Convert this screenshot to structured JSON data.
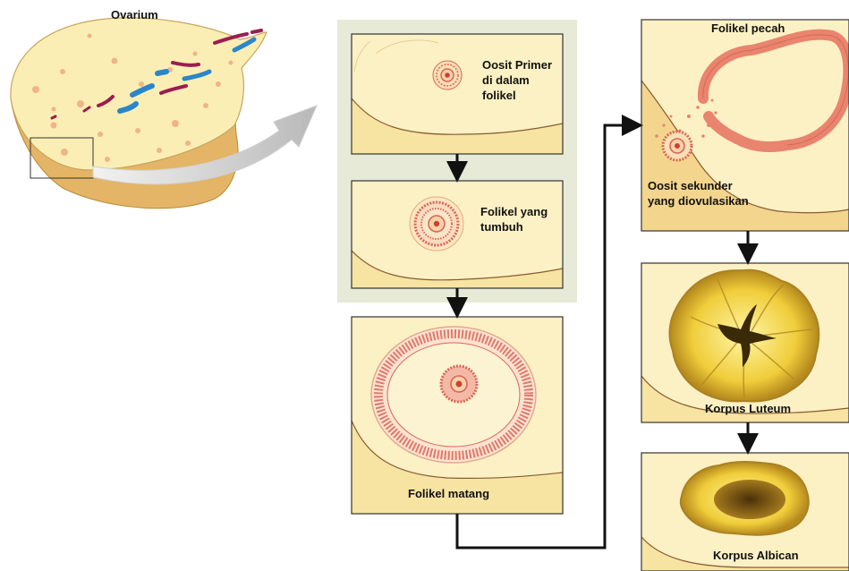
{
  "labels": {
    "ovarium": "Ovarium",
    "primary_oocyte": [
      "Oosit Primer",
      "di dalam",
      "folikel"
    ],
    "growing_follicle": [
      "Folikel yang",
      "tumbuh"
    ],
    "mature_follicle": "Folikel matang",
    "ruptured_follicle": "Folikel pecah",
    "ovulated_oocyte": [
      "Oosit sekunder",
      "yang diovulasikan"
    ],
    "corpus_luteum": "Korpus Luteum",
    "corpus_albicans": "Korpus Albican"
  },
  "colors": {
    "tissue": "#fbeeb5",
    "tissue_dark": "#e6b76a",
    "follicle": "#d9665a",
    "vessel_red": "#9c1d4f",
    "vessel_blue": "#2a86c8",
    "luteum": "#f2cf3a",
    "panel_bg": "#e6ead7",
    "arrow": "#111111"
  }
}
